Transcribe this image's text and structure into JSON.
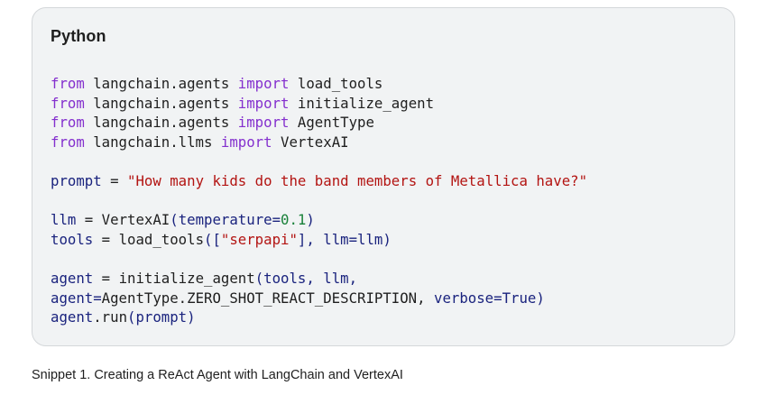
{
  "code_block": {
    "language_label": "Python",
    "lines": [
      [
        {
          "t": "from",
          "c": "kw"
        },
        {
          "t": " langchain.agents ",
          "c": "plain"
        },
        {
          "t": "import",
          "c": "kw"
        },
        {
          "t": " load_tools",
          "c": "plain"
        }
      ],
      [
        {
          "t": "from",
          "c": "kw"
        },
        {
          "t": " langchain.agents ",
          "c": "plain"
        },
        {
          "t": "import",
          "c": "kw"
        },
        {
          "t": " initialize_agent",
          "c": "plain"
        }
      ],
      [
        {
          "t": "from",
          "c": "kw"
        },
        {
          "t": " langchain.agents ",
          "c": "plain"
        },
        {
          "t": "import",
          "c": "kw"
        },
        {
          "t": " AgentType",
          "c": "plain"
        }
      ],
      [
        {
          "t": "from",
          "c": "kw"
        },
        {
          "t": " langchain.llms ",
          "c": "plain"
        },
        {
          "t": "import",
          "c": "kw"
        },
        {
          "t": " VertexAI",
          "c": "plain"
        }
      ],
      [],
      [
        {
          "t": "prompt",
          "c": "var"
        },
        {
          "t": " = ",
          "c": "plain"
        },
        {
          "t": "\"How many kids do the band members of Metallica have?\"",
          "c": "str"
        }
      ],
      [],
      [
        {
          "t": "llm",
          "c": "var"
        },
        {
          "t": " = VertexAI",
          "c": "plain"
        },
        {
          "t": "(temperature=",
          "c": "var"
        },
        {
          "t": "0.1",
          "c": "num"
        },
        {
          "t": ")",
          "c": "var"
        }
      ],
      [
        {
          "t": "tools",
          "c": "var"
        },
        {
          "t": " = load_tools",
          "c": "plain"
        },
        {
          "t": "([",
          "c": "var"
        },
        {
          "t": "\"serpapi\"",
          "c": "str"
        },
        {
          "t": "], llm=llm)",
          "c": "var"
        }
      ],
      [],
      [
        {
          "t": "agent",
          "c": "var"
        },
        {
          "t": " = initialize_agent",
          "c": "plain"
        },
        {
          "t": "(tools, llm,",
          "c": "var"
        }
      ],
      [
        {
          "t": "agent=",
          "c": "var"
        },
        {
          "t": "AgentType.ZERO_SHOT_REACT_DESCRIPTION",
          "c": "plain"
        },
        {
          "t": ", ",
          "c": "plain"
        },
        {
          "t": "verbose=True)",
          "c": "var"
        }
      ],
      [
        {
          "t": "agent",
          "c": "var"
        },
        {
          "t": ".run",
          "c": "plain"
        },
        {
          "t": "(prompt)",
          "c": "var"
        }
      ]
    ]
  },
  "caption": "Snippet 1. Creating a ReAct Agent with LangChain and VertexAI"
}
